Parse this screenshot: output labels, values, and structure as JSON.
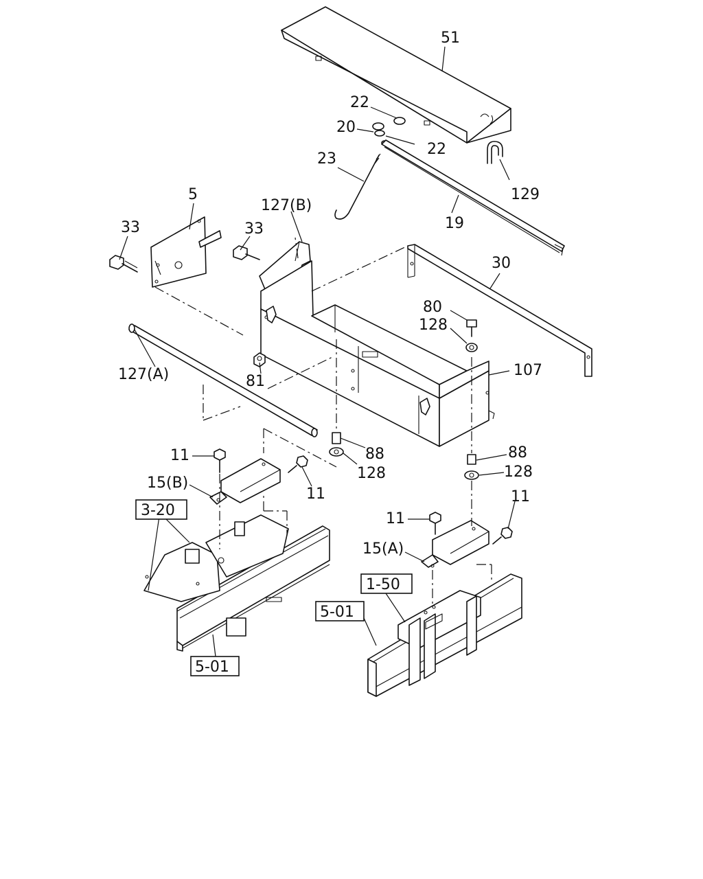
{
  "diagram": {
    "part_labels": {
      "p51": "51",
      "p22a": "22",
      "p20": "20",
      "p22b": "22",
      "p23": "23",
      "p129": "129",
      "p5": "5",
      "p127b": "127(B)",
      "p19": "19",
      "p33a": "33",
      "p33b": "33",
      "p30": "30",
      "p80": "80",
      "p128a": "128",
      "p107": "107",
      "p127a": "127(A)",
      "p81": "81",
      "p88a": "88",
      "p128b": "128",
      "p88b": "88",
      "p128c": "128",
      "p11a": "11",
      "p11b": "11",
      "p15b": "15(B)",
      "p11c": "11",
      "p11d": "11",
      "p15a": "15(A)"
    },
    "reference_boxes": {
      "r320": "3-20",
      "r501a": "5-01",
      "r150": "1-50",
      "r501b": "5-01"
    }
  }
}
